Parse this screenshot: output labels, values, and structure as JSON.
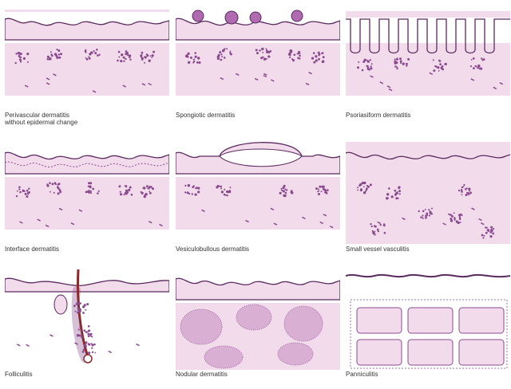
{
  "figure": {
    "panels": [
      {
        "id": "perivascular",
        "caption": "Perivascular dermatitis\nwithout epidermal change"
      },
      {
        "id": "spongiotic",
        "caption": "Spongiotic dermatitis"
      },
      {
        "id": "psoriasiform",
        "caption": "Psoriasiform dermatitis"
      },
      {
        "id": "interface",
        "caption": "Interface dermatitis"
      },
      {
        "id": "vesiculobullous",
        "caption": "Vesiculobullous dermatitis"
      },
      {
        "id": "vasculitis",
        "caption": "Small vessel vasculitis"
      },
      {
        "id": "folliculitis",
        "caption": "Folliculitis"
      },
      {
        "id": "nodular",
        "caption": "Nodular dermatitis"
      },
      {
        "id": "panniculitis",
        "caption": "Panniculitis"
      }
    ]
  },
  "colors": {
    "dermis": "#f2dcec",
    "epidermis": "#ffffff",
    "outline": "#5a2a5e",
    "cells": "#8a4a8e",
    "hair": "#8b2a2a"
  }
}
